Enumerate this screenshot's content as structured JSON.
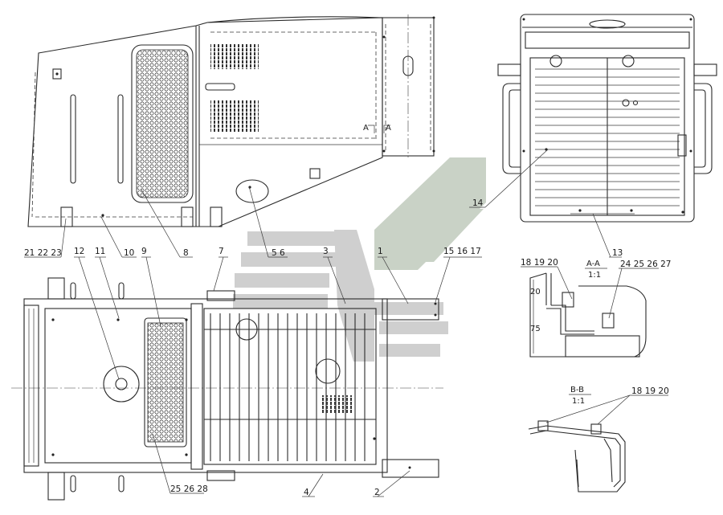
{
  "labels": {
    "l_21_22_23": "21 22 23",
    "l_10": "10",
    "l_8": "8",
    "l_5_6": "5 6",
    "l_3": "3",
    "l_1": "1",
    "l_15_16_17": "15 16 17",
    "l_12": "12",
    "l_11": "11",
    "l_9": "9",
    "l_7": "7",
    "l_14": "14",
    "l_13": "13",
    "l_18_19_20_a": "18 19 20",
    "l_24_25_26_27": "24 25 26 27",
    "l_25_26_28": "25 26 28",
    "l_4": "4",
    "l_2": "2",
    "l_18_19_20_b": "18 19 20"
  },
  "sections": {
    "aa_title": "A-A",
    "aa_scale": "1:1",
    "bb_title": "B-B",
    "bb_scale": "1:1",
    "section_mark_a": "A"
  }
}
